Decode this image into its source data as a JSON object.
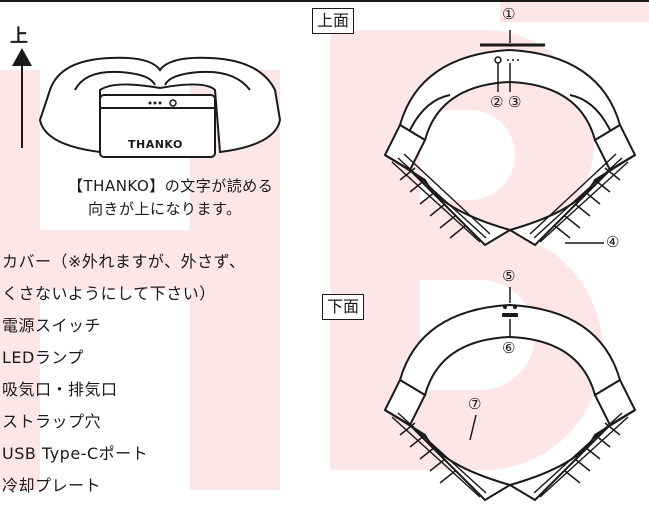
{
  "up_label": "上",
  "logo_text": "THANKO",
  "caption": {
    "line1": "【THANKO】の文字が読める",
    "line2": "向きが上になります。"
  },
  "views": {
    "top": "上面",
    "bottom": "下面"
  },
  "callouts": {
    "n1": "①",
    "n2": "②",
    "n3": "③",
    "n4": "④",
    "n5": "⑤",
    "n6": "⑥",
    "n7": "⑦"
  },
  "parts_list": [
    "カバー（※外れますが、外さず、",
    "くさないようにして下さい）",
    "電源スイッチ",
    "LEDランプ",
    "吸気口・排気口",
    "ストラップ穴",
    "USB Type-Cポート",
    "冷却プレート"
  ],
  "colors": {
    "watermark": "#fde7e9",
    "ink": "#1a1a1a"
  }
}
